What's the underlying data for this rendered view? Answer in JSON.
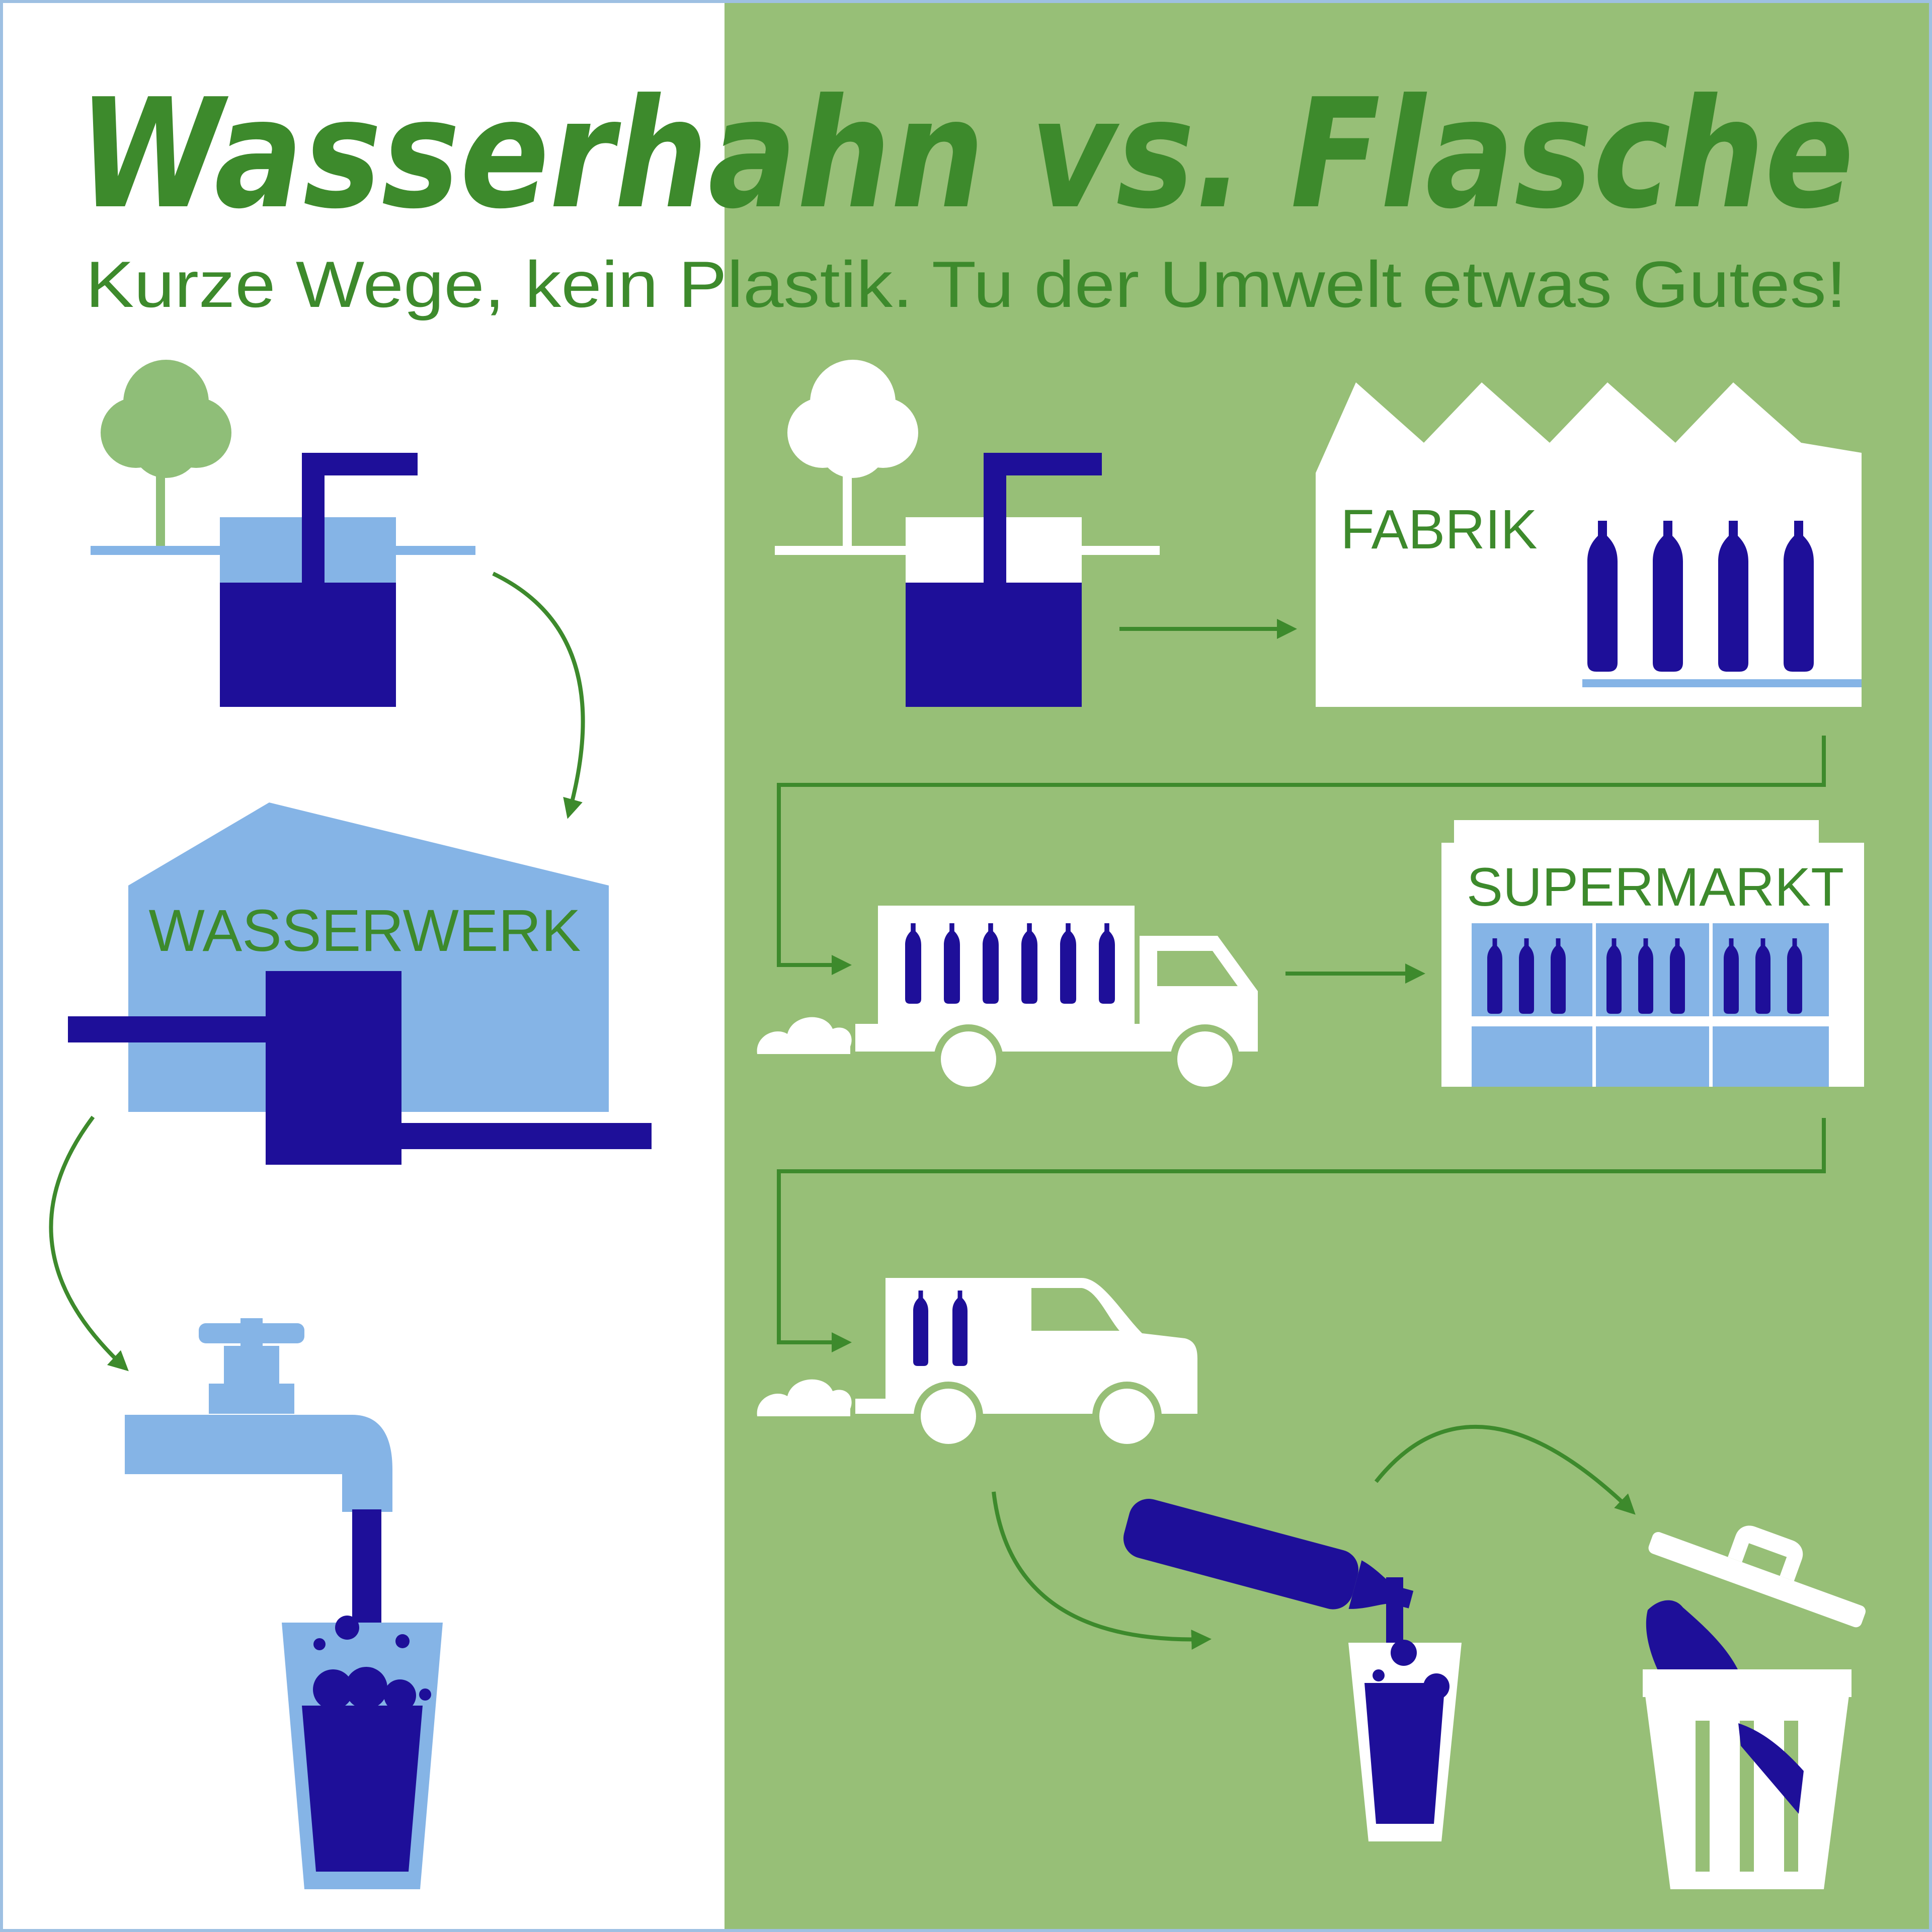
{
  "title": "Wasserhahn vs. Flasche",
  "subtitle": "Kurze Wege, kein Plastik. Tu der Umwelt etwas Gutes!",
  "left_panel": {
    "wasserwerk_label": "WASSERWERK"
  },
  "right_panel": {
    "fabrik_label": "FABRIK",
    "supermarkt_label": "SUPERMARKT"
  },
  "colors": {
    "dark_blue": "#1e0f99",
    "light_blue": "#85b4e6",
    "green_bg": "#97bf77",
    "green_text": "#3d8a2c",
    "tree_green": "#8fbe78",
    "white": "#ffffff",
    "frame": "#9ec0e2"
  }
}
